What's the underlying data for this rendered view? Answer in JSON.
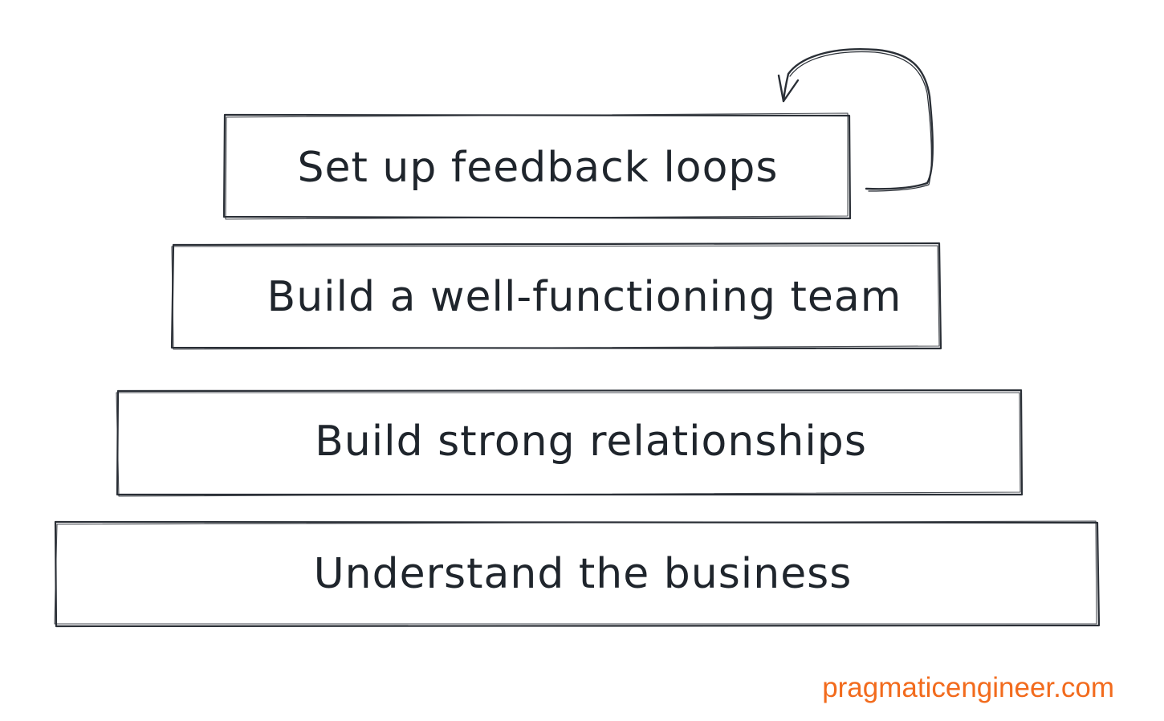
{
  "diagram": {
    "levels": [
      {
        "label": "Set up feedback loops"
      },
      {
        "label": "Build a well-functioning team"
      },
      {
        "label": "Build strong relationships"
      },
      {
        "label": "Understand the business"
      }
    ]
  },
  "watermark": "pragmaticengineer.com",
  "colors": {
    "stroke": "#2a2f36",
    "text": "#1f252c",
    "watermark": "#f26b1d",
    "background": "#ffffff"
  }
}
